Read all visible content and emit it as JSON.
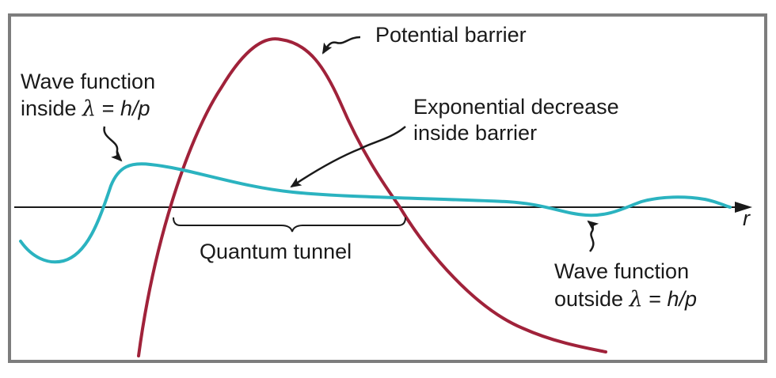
{
  "colors": {
    "barrier": "#a0223a",
    "wave": "#2bb3c0",
    "axis": "#1a1a1a",
    "frame": "#7d7d7d",
    "text": "#1a1a1a"
  },
  "labels": {
    "potential_barrier": "Potential barrier",
    "wave_inside": {
      "line1": "Wave function",
      "line2_prefix": "inside ",
      "lambda": "λ",
      "equals": " = ",
      "formula": "h/p"
    },
    "exponential": {
      "line1": "Exponential decrease",
      "line2": "inside barrier"
    },
    "quantum_tunnel": "Quantum tunnel",
    "wave_outside": {
      "line1": "Wave function",
      "line2_prefix": "outside ",
      "lambda": "λ",
      "equals": " = ",
      "formula": "h/p"
    },
    "axis_r": "r"
  }
}
